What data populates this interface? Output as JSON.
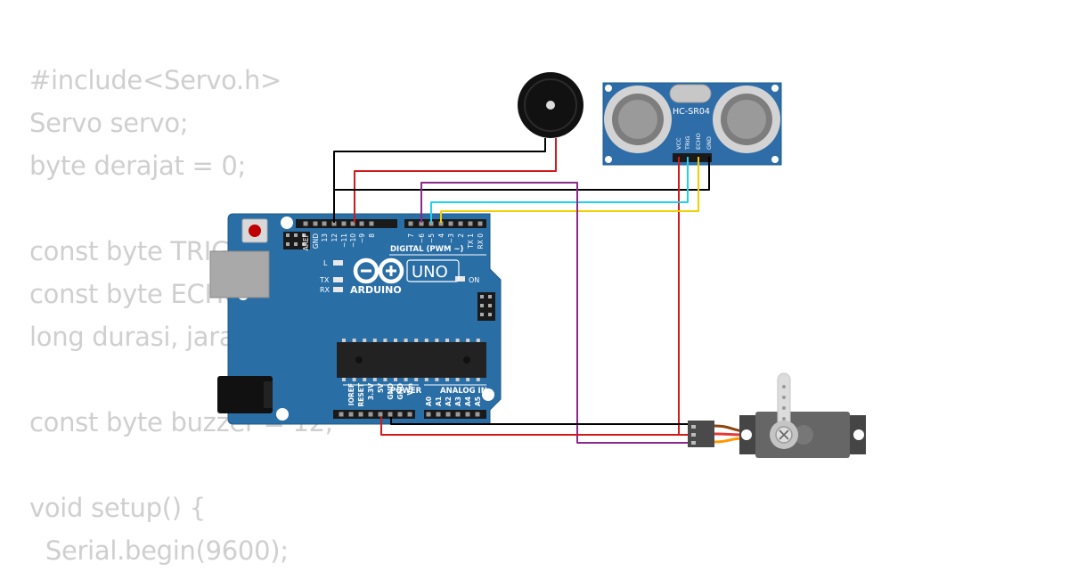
{
  "code_lines": [
    "#include<Servo.h>",
    "Servo servo;",
    "byte derajat = 0;",
    "",
    "const byte TRIG = 3;",
    "const byte ECHO = 4;",
    "long durasi, jarak;",
    "",
    "const byte buzzer = 12;",
    "",
    "void setup() {",
    "  Serial.begin(9600);"
  ],
  "arduino": {
    "brand": "ARDUINO",
    "model": "UNO",
    "digital_header": "DIGITAL (PWM ~)",
    "power_header": "POWER",
    "analog_header": "ANALOG IN",
    "led_l": "L",
    "led_tx": "TX",
    "led_rx": "RX",
    "led_on": "ON",
    "top_pins": [
      "AREF",
      "GND",
      "13",
      "12",
      "~11",
      "~10",
      "~9",
      "8",
      "7",
      "~6",
      "~5",
      "4",
      "~3",
      "2",
      "TX 1",
      "RX 0"
    ],
    "power_pins": [
      "IOREF",
      "RESET",
      "3.3V",
      "5V",
      "GND",
      "GND",
      "Vin"
    ],
    "analog_pins": [
      "A0",
      "A1",
      "A2",
      "A3",
      "A4",
      "A5"
    ]
  },
  "sensor": {
    "label": "HC-SR04",
    "pins": [
      "VCC",
      "TRIG",
      "ECHO",
      "GND"
    ]
  },
  "colors": {
    "board": "#2a6ea6",
    "wire_gnd": "#000000",
    "wire_vcc": "#d11a1a",
    "wire_purple": "#8a2a8a",
    "wire_trig": "#22d0ee",
    "wire_echo": "#f2d000",
    "code_text": "#cfcfcf"
  }
}
